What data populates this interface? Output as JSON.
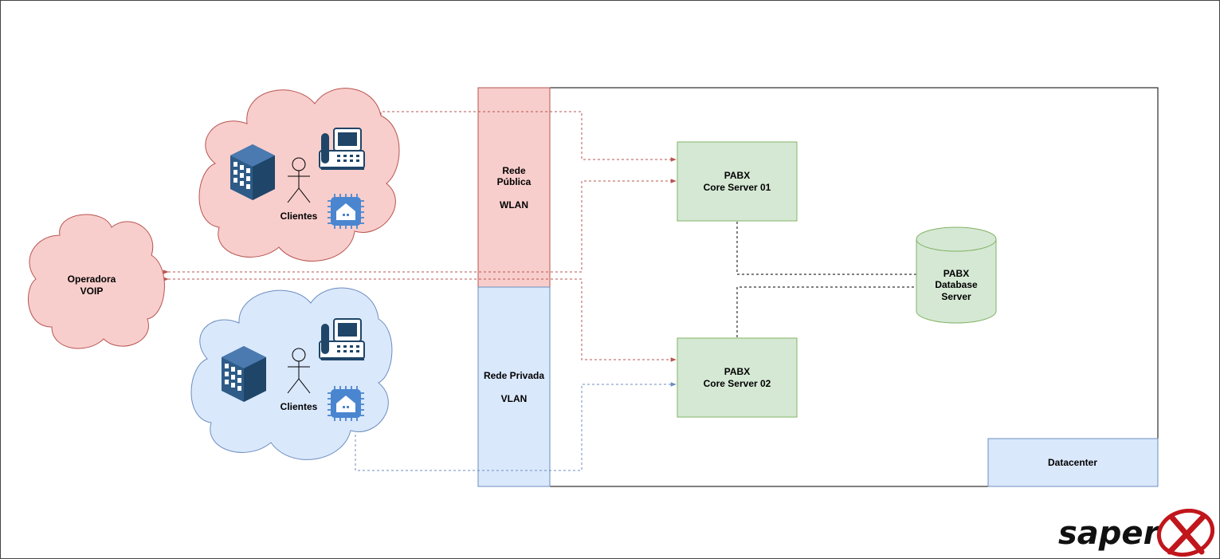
{
  "clouds": {
    "public_clients": {
      "label": "Clientes",
      "color": "#f8cecc",
      "stroke": "#b85450"
    },
    "private_clients": {
      "label": "Clientes",
      "color": "#dae8fc",
      "stroke": "#6c8ebf"
    },
    "operator": {
      "line1": "Operadora",
      "line2": "VOIP",
      "color": "#f8cecc",
      "stroke": "#b85450"
    }
  },
  "networks": {
    "public": {
      "line1": "Rede",
      "line2": "Pública",
      "line3": "WLAN",
      "color": "#f8cecc",
      "stroke": "#b85450"
    },
    "private": {
      "line1": "Rede Privada",
      "line2": "VLAN",
      "color": "#dae8fc",
      "stroke": "#6c8ebf"
    }
  },
  "servers": {
    "core01": {
      "line1": "PABX",
      "line2": "Core Server 01"
    },
    "core02": {
      "line1": "PABX",
      "line2": "Core Server 02"
    },
    "database": {
      "line1": "PABX",
      "line2": "Database",
      "line3": "Server"
    },
    "color": "#d5e8d4",
    "stroke": "#82b366"
  },
  "datacenter": {
    "label": "Datacenter",
    "color": "#dae8fc"
  },
  "connector_colors": {
    "public": "#b85450",
    "private": "#6c8ebf",
    "internal": "#000000"
  },
  "icons": [
    "office-building-icon",
    "user-icon",
    "desk-phone-icon",
    "smart-home-chip-icon"
  ],
  "logo": {
    "text": "saper"
  }
}
